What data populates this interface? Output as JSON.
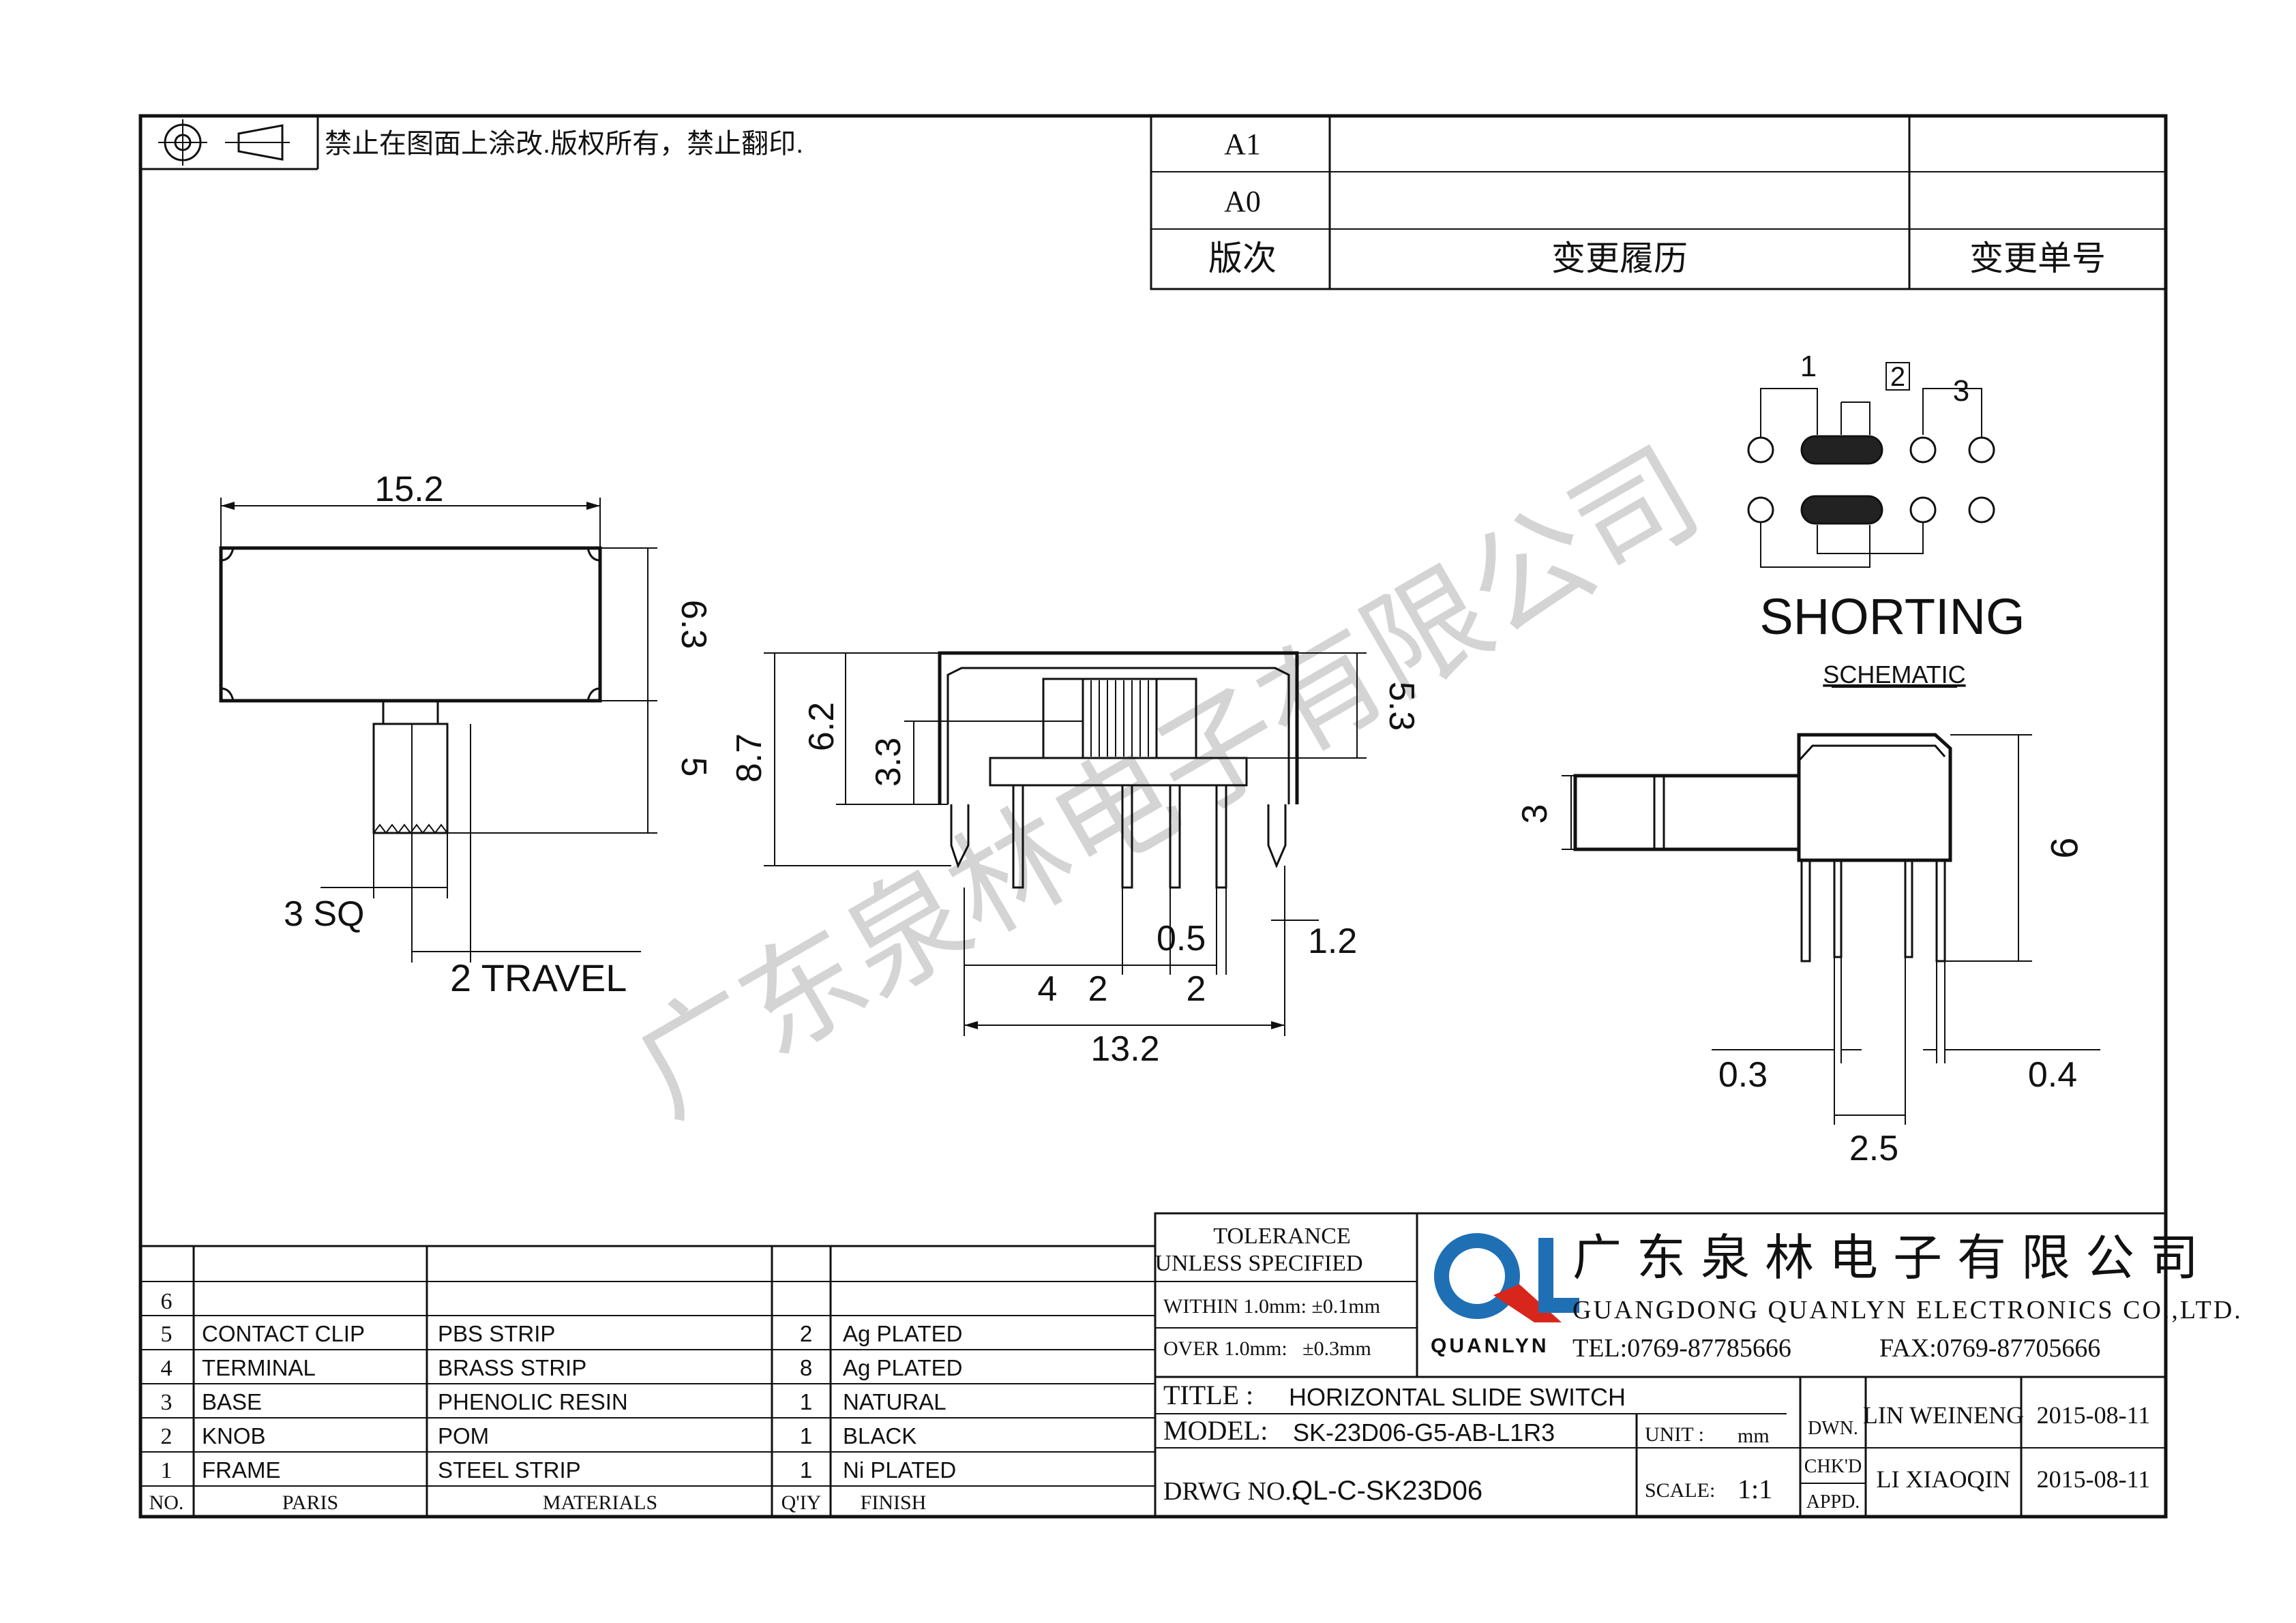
{
  "header": {
    "notice": "禁止在图面上涂改.版权所有，禁止翻印.",
    "projection_symbol": "third-angle-projection-icon"
  },
  "revision_table": {
    "rows": [
      {
        "rev": "A1",
        "history": "",
        "number": ""
      },
      {
        "rev": "A0",
        "history": "",
        "number": ""
      }
    ],
    "header": {
      "rev": "版次",
      "history": "变更履历",
      "number": "变更单号"
    }
  },
  "watermark": "广东泉林电子有限公司",
  "top_view": {
    "width": "15.2",
    "height": "6.3",
    "knob_len": "5",
    "knob_sq": "3 SQ",
    "travel": "2 TRAVEL"
  },
  "front_view": {
    "overall_h": "8.7",
    "body_h": "6.2",
    "knob_h": "3.3",
    "right_h": "5.3",
    "pin_w": "0.5",
    "pitch_a": "4",
    "pitch_b": "2",
    "pitch_c": "2",
    "frame_pin": "1.2",
    "overall_w": "13.2"
  },
  "schematic": {
    "pin1": "1",
    "pin2": "2",
    "pin3": "3",
    "title": "SHORTING",
    "subtitle": "SCHEMATIC"
  },
  "side_view": {
    "knob_h": "3",
    "height": "9",
    "pin_t": "0.3",
    "pin_w": "0.4",
    "pitch": "2.5"
  },
  "bom": {
    "rows": [
      {
        "no": "6",
        "part": "",
        "material": "",
        "qty": "",
        "finish": ""
      },
      {
        "no": "5",
        "part": "CONTACT CLIP",
        "material": "PBS STRIP",
        "qty": "2",
        "finish": "Ag PLATED"
      },
      {
        "no": "4",
        "part": "TERMINAL",
        "material": "BRASS STRIP",
        "qty": "8",
        "finish": "Ag PLATED"
      },
      {
        "no": "3",
        "part": "BASE",
        "material": "PHENOLIC RESIN",
        "qty": "1",
        "finish": "NATURAL"
      },
      {
        "no": "2",
        "part": "KNOB",
        "material": "POM",
        "qty": "1",
        "finish": "BLACK"
      },
      {
        "no": "1",
        "part": "FRAME",
        "material": "STEEL STRIP",
        "qty": "1",
        "finish": "Ni PLATED"
      }
    ],
    "header": {
      "no": "NO.",
      "part": "PARIS",
      "material": "MATERIALS",
      "qty": "Q'IY",
      "finish": "FINISH"
    }
  },
  "title_block": {
    "tolerance_title_1": "TOLERANCE",
    "tolerance_title_2": "UNLESS SPECIFIED",
    "tol_within": "WITHIN 1.0mm: ±0.1mm",
    "tol_over": "OVER 1.0mm:   ±0.3mm",
    "logo_text": "QUANLYN",
    "company_cn": "广东泉林电子有限公司",
    "company_en": "GUANGDONG QUANLYN ELECTRONICS CO.,LTD.",
    "tel": "TEL:0769-87785666",
    "fax": "FAX:0769-87705666",
    "title_label": "TITLE :",
    "title_value": "HORIZONTAL SLIDE SWITCH",
    "model_label": "MODEL:",
    "model_value": "SK-23D06-G5-AB-L1R3",
    "drwg_label": "DRWG NO.:",
    "drwg_value": "QL-C-SK23D06",
    "unit_label": "UNIT :",
    "unit_value": "mm",
    "scale_label": "SCALE:",
    "scale_value": "1:1",
    "dwn_label": "DWN.",
    "chkd_label": "CHK'D",
    "appd_label": "APPD.",
    "dwn_name": "LIN WEINENG",
    "dwn_date": "2015-08-11",
    "chk_name": "LI XIAOQIN",
    "chk_date": "2015-08-11",
    "colors": {
      "logo_blue": "#1f6fb5",
      "logo_red": "#d8261c",
      "company": "#1a1a1a"
    }
  }
}
